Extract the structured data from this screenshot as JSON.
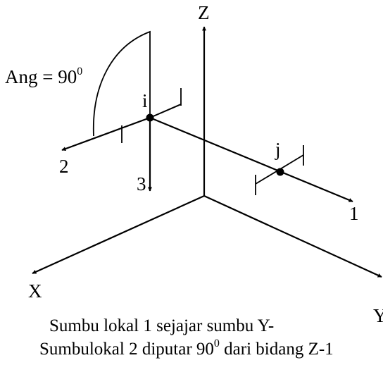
{
  "axes": {
    "global_z": "Z",
    "global_x": "X",
    "global_y": "Y",
    "local_1": "1",
    "local_2": "2",
    "local_3": "3"
  },
  "nodes": {
    "i": "i",
    "j": "j"
  },
  "angle": {
    "text": "Ang = 90",
    "superscript": "0"
  },
  "caption": {
    "line1": "Sumbu lokal 1 sejajar sumbu Y-",
    "line2_before": "Sumbulokal 2 diputar 90",
    "line2_sup": "0",
    "line2_after": " dari bidang Z-1"
  }
}
